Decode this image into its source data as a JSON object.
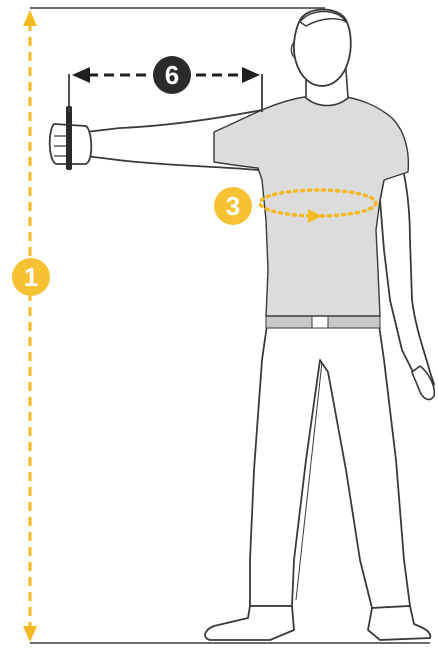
{
  "badges": {
    "height": {
      "label": "1",
      "color": "#F6C233",
      "text_color": "#ffffff"
    },
    "chest": {
      "label": "3",
      "color": "#F6C233",
      "text_color": "#ffffff"
    },
    "arm": {
      "label": "6",
      "color": "#2B2B2B",
      "text_color": "#ffffff"
    }
  },
  "colors": {
    "yellow_guide": "#F5B921",
    "black_guide": "#1F1F1F",
    "tshirt": "#DCDCDC",
    "outline": "#3A3A3A",
    "belt": "#C8C8C8"
  },
  "icons": {
    "height_guide": "vertical-arrow-icon",
    "chest_guide": "tape-loop-icon",
    "arm_guide": "horizontal-arrow-icon"
  }
}
